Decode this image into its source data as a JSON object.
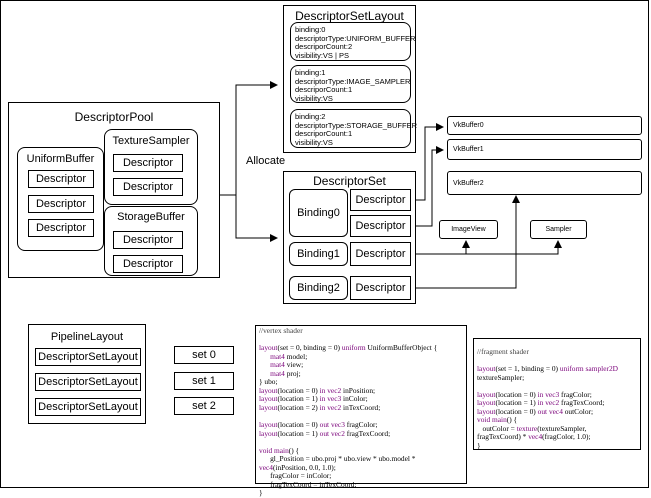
{
  "pool": {
    "title": "DescriptorPool",
    "uniform": {
      "title": "UniformBuffer",
      "items": [
        "Descriptor",
        "Descriptor",
        "Descriptor"
      ]
    },
    "texture": {
      "title": "TextureSampler",
      "items": [
        "Descriptor",
        "Descriptor"
      ]
    },
    "storage": {
      "title": "StorageBuffer",
      "items": [
        "Descriptor",
        "Descriptor"
      ]
    }
  },
  "layout": {
    "title": "DescriptorSetLayout",
    "bindings": [
      {
        "lines": "binding:0\ndescriptorType:UNIFORM_BUFFER\ndescriporCount:2\nvisibility:VS | PS"
      },
      {
        "lines": "binding:1\ndescriptorType:IMAGE_SAMPLER\ndescriporCount:1\nvisibility:VS"
      },
      {
        "lines": "binding:2\ndescriptorType:STORAGE_BUFFER\ndescriporCount:1\nvisibility:VS"
      }
    ]
  },
  "allocate_label": "Allocate",
  "set": {
    "title": "DescriptorSet",
    "binding0": "Binding0",
    "binding1": "Binding1",
    "binding2": "Binding2",
    "descriptor": "Descriptor"
  },
  "resources": {
    "buffer0": "VkBuffer0",
    "buffer1": "VkBuffer1",
    "buffer2": "VkBuffer2",
    "imageview": "ImageView",
    "sampler": "Sampler"
  },
  "pipeline": {
    "title": "PipelineLayout",
    "items": [
      "DescriptorSetLayout",
      "DescriptorSetLayout",
      "DescriptorSetLayout"
    ],
    "sets": [
      "set 0",
      "set 1",
      "set 2"
    ]
  },
  "vertex_shader": {
    "header": "//vertex shader",
    "lines": [
      "layout(set = 0, binding = 0) uniform UniformBufferObject {",
      "      mat4 model;",
      "      mat4 view;",
      "      mat4 proj;",
      "} ubo;",
      "layout(location = 0) in vec2 inPosition;",
      "layout(location = 1) in vec3 inColor;",
      "layout(location = 2) in vec2 inTexCoord;",
      "",
      "layout(location = 0) out vec3 fragColor;",
      "layout(location = 1) out vec2 fragTexCoord;",
      "",
      "void main() {",
      "      gl_Position = ubo.proj * ubo.view * ubo.model *",
      "vec4(inPosition, 0.0, 1.0);",
      "      fragColor = inColor;",
      "      fragTexCoord = inTexCoord;",
      "}"
    ]
  },
  "fragment_shader": {
    "header": "//fragment shader",
    "lines": [
      "layout(set = 1, binding = 0) uniform sampler2D",
      "textureSampler;",
      "",
      "layout(location = 0) in vec3 fragColor;",
      "layout(location = 1) in vec2 fragTexCoord;",
      "layout(location = 0) out vec4 outColor;",
      "void main() {",
      "   outColor = texture(textureSampler,",
      "fragTexCoord) * vec4(fragColor, 1.0);",
      "}"
    ]
  }
}
